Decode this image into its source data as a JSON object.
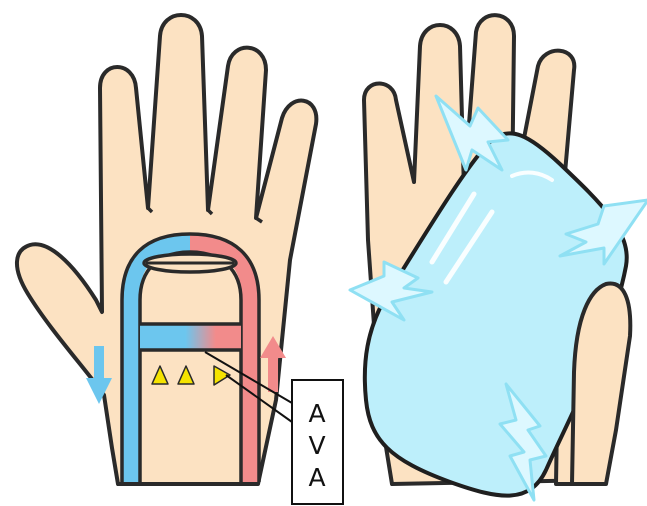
{
  "colors": {
    "skin": "#FCE2C2",
    "outline": "#2A2A2A",
    "artery": "#F28B8B",
    "vein": "#6CC6EE",
    "shunt_arrow": "#F5E300",
    "ice": "#BDEFFB",
    "ice_outline": "#1F1F1F",
    "sparkle": "#DDF8FF",
    "sparkle_outline": "#8FE0F3",
    "box_bg": "#FFFFFF"
  },
  "annotation_box": {
    "lines": [
      "A",
      "V",
      "A"
    ]
  },
  "icons": {
    "blood_down_arrow": "arrow-down-blue",
    "blood_up_arrow": "arrow-up-red",
    "shunt_flow": "triangle-yellow",
    "cold": "ice-pack",
    "chill": "lightning-sparkle"
  }
}
